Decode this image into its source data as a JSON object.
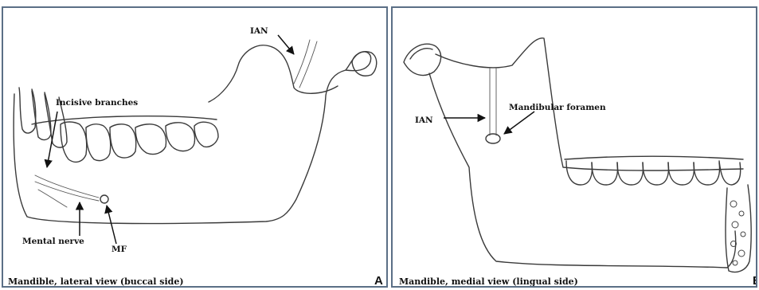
{
  "panel_a": {
    "caption": "Mandible, lateral view (buccal side)",
    "letter": "A",
    "labels": {
      "ian": "IAN",
      "incisive": "Incisive branches",
      "mental": "Mental nerve",
      "mf": "MF"
    }
  },
  "panel_b": {
    "caption": "Mandible, medial view (lingual side)",
    "letter": "B",
    "labels": {
      "ian": "IAN",
      "foramen": "Mandibular foramen"
    }
  },
  "colors": {
    "frame": "#5b6f86",
    "line": "#3a3a3a"
  }
}
